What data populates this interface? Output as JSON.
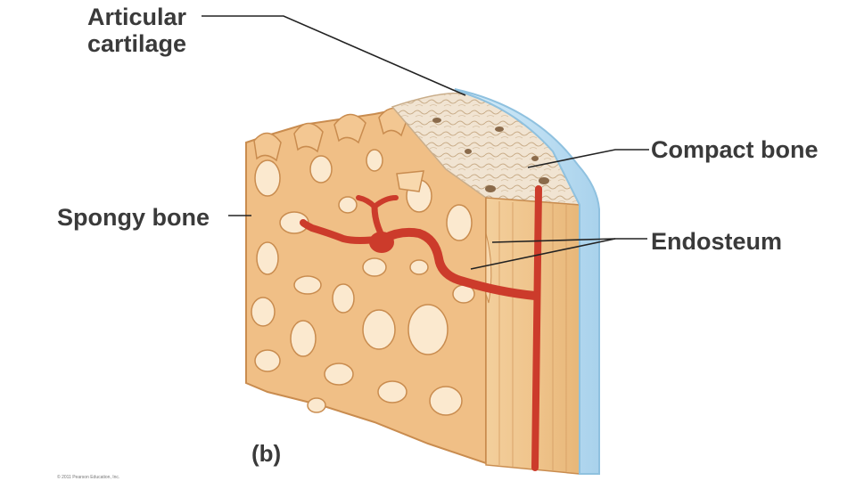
{
  "labels": {
    "articular_line1": "Articular",
    "articular_line2": "cartilage",
    "compact_bone": "Compact bone",
    "spongy_bone": "Spongy bone",
    "endosteum": "Endosteum",
    "panel": "(b)"
  },
  "credit": "© 2011 Pearson Education, Inc.",
  "colors": {
    "bone": "#f0bf86",
    "bone_dark": "#d89a5a",
    "bone_light": "#f8d8ad",
    "cavity": "#fbe9cf",
    "cartilage": "#bfe0f2",
    "cartilage_edge": "#8fc1df",
    "compact_top": "#f1e4d2",
    "vessel": "#cc3b2b",
    "leader": "#222222"
  }
}
